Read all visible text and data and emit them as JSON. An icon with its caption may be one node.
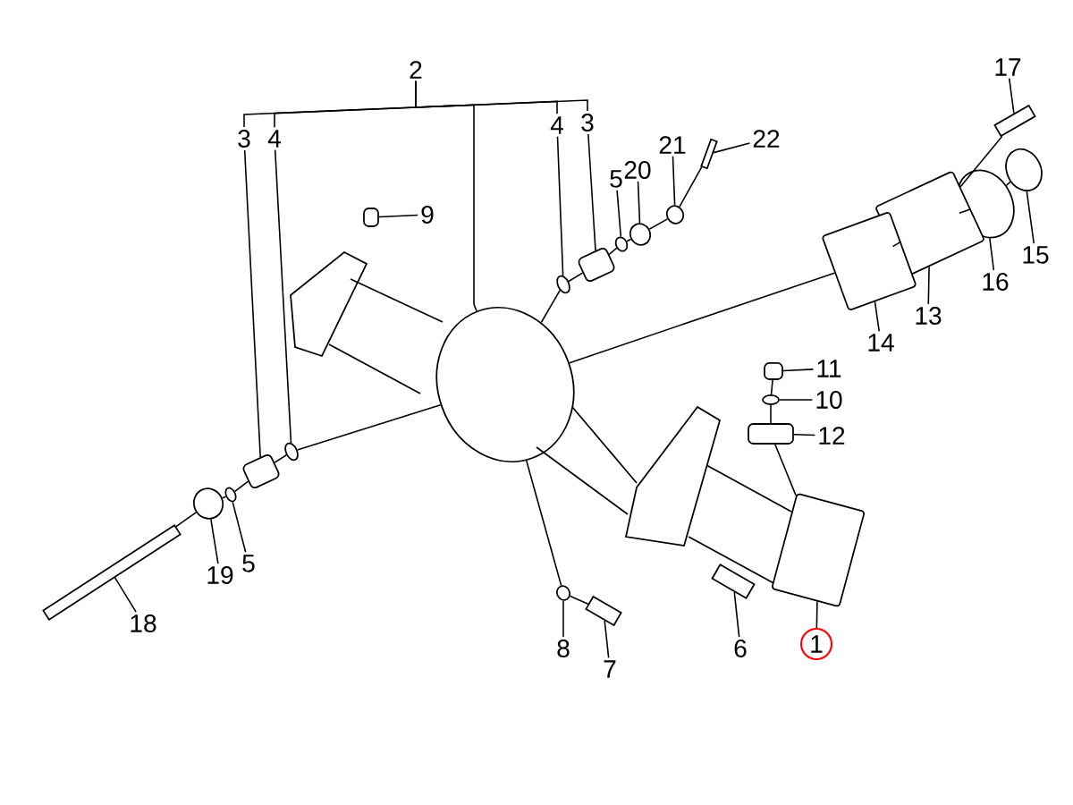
{
  "diagram": {
    "nodes": [
      {
        "text": [
          "2"
        ]
      },
      {
        "text": [
          "3"
        ]
      },
      {
        "text": [
          "4"
        ]
      },
      {
        "text": [
          "4"
        ]
      },
      {
        "text": [
          "3"
        ]
      },
      {
        "text": [
          "5"
        ]
      },
      {
        "text": [
          "20"
        ]
      },
      {
        "text": [
          "21"
        ]
      },
      {
        "text": [
          "22"
        ]
      },
      {
        "text": [
          "9"
        ]
      },
      {
        "text": [
          "17"
        ]
      },
      {
        "text": [
          "15"
        ]
      },
      {
        "text": [
          "16"
        ]
      },
      {
        "text": [
          "13"
        ]
      },
      {
        "text": [
          "14"
        ]
      },
      {
        "text": [
          "11"
        ]
      },
      {
        "text": [
          "10"
        ]
      },
      {
        "text": [
          "12"
        ]
      },
      {
        "text": [
          "19"
        ]
      },
      {
        "text": [
          "5"
        ]
      },
      {
        "text": [
          "18"
        ]
      },
      {
        "text": [
          "8"
        ]
      },
      {
        "text": [
          "7"
        ]
      },
      {
        "text": [
          "6"
        ]
      },
      {
        "text": [
          "1"
        ]
      },
      {
        "text": [],
        "shape": "circle"
      },
      {
        "text": [],
        "shape": "cylinder"
      },
      {
        "text": [],
        "shape": "circle"
      },
      {
        "text": [],
        "shape": "circle"
      },
      {
        "text": [],
        "shape": "cylinder"
      },
      {
        "text": [],
        "shape": "circle"
      },
      {
        "text": [],
        "shape": "circle"
      },
      {
        "text": [],
        "shape": "circle"
      },
      {
        "text": [],
        "shape": "bar"
      },
      {
        "text": [],
        "shape": "cylinder"
      },
      {
        "text": [],
        "shape": "bar"
      },
      {
        "text": [],
        "shape": "circle"
      },
      {
        "text": [],
        "shape": "circle"
      },
      {
        "text": [],
        "shape": "box"
      },
      {
        "text": [],
        "shape": "box"
      },
      {
        "text": [],
        "shape": "cylinder"
      },
      {
        "text": [],
        "shape": "circle"
      },
      {
        "text": [],
        "shape": "cylinder"
      },
      {
        "text": [],
        "shape": "circle"
      },
      {
        "text": [],
        "shape": "circle"
      },
      {
        "text": [],
        "shape": "bar"
      },
      {
        "text": [],
        "shape": "circle"
      },
      {
        "text": [],
        "shape": "bar"
      },
      {
        "text": [],
        "shape": "bar"
      },
      {
        "text": [],
        "shape": "box"
      }
    ],
    "edges": [
      {
        "from": 0,
        "to": 25,
        "arrow": "none"
      },
      {
        "from": 0,
        "to": 1,
        "arrow": "none"
      },
      {
        "from": 0,
        "to": 2,
        "arrow": "none"
      },
      {
        "from": 0,
        "to": 3,
        "arrow": "none"
      },
      {
        "from": 0,
        "to": 4,
        "arrow": "none"
      },
      {
        "from": 1,
        "to": 26,
        "arrow": "none"
      },
      {
        "from": 2,
        "to": 27,
        "arrow": "none"
      },
      {
        "from": 3,
        "to": 28,
        "arrow": "none"
      },
      {
        "from": 4,
        "to": 29,
        "arrow": "none"
      },
      {
        "from": 5,
        "to": 30,
        "arrow": "none"
      },
      {
        "from": 6,
        "to": 31,
        "arrow": "none"
      },
      {
        "from": 7,
        "to": 32,
        "arrow": "none"
      },
      {
        "from": 8,
        "to": 33,
        "arrow": "none"
      },
      {
        "from": 9,
        "to": 34,
        "arrow": "none"
      },
      {
        "from": 10,
        "to": 35,
        "arrow": "none"
      },
      {
        "from": 11,
        "to": 36,
        "arrow": "none"
      },
      {
        "from": 12,
        "to": 37,
        "arrow": "none"
      },
      {
        "from": 13,
        "to": 38,
        "arrow": "none"
      },
      {
        "from": 14,
        "to": 39,
        "arrow": "none"
      },
      {
        "from": 15,
        "to": 40,
        "arrow": "none"
      },
      {
        "from": 16,
        "to": 41,
        "arrow": "none"
      },
      {
        "from": 17,
        "to": 42,
        "arrow": "none"
      },
      {
        "from": 18,
        "to": 43,
        "arrow": "none"
      },
      {
        "from": 19,
        "to": 44,
        "arrow": "none"
      },
      {
        "from": 20,
        "to": 45,
        "arrow": "none"
      },
      {
        "from": 21,
        "to": 46,
        "arrow": "none"
      },
      {
        "from": 22,
        "to": 47,
        "arrow": "none"
      },
      {
        "from": 23,
        "to": 48,
        "arrow": "none"
      },
      {
        "from": 24,
        "to": 49,
        "arrow": "none"
      },
      {
        "from": 43,
        "to": 44,
        "arrow": "none"
      },
      {
        "from": 44,
        "to": 26,
        "arrow": "none"
      },
      {
        "from": 26,
        "to": 27,
        "arrow": "none"
      },
      {
        "from": 27,
        "to": 25,
        "arrow": "none"
      },
      {
        "from": 29,
        "to": 28,
        "arrow": "none"
      },
      {
        "from": 28,
        "to": 25,
        "arrow": "none"
      },
      {
        "from": 30,
        "to": 29,
        "arrow": "none"
      },
      {
        "from": 31,
        "to": 30,
        "arrow": "none"
      },
      {
        "from": 32,
        "to": 31,
        "arrow": "none"
      },
      {
        "from": 33,
        "to": 32,
        "arrow": "none"
      },
      {
        "from": 36,
        "to": 37,
        "arrow": "none"
      },
      {
        "from": 37,
        "to": 38,
        "arrow": "none"
      },
      {
        "from": 38,
        "to": 39,
        "arrow": "none"
      },
      {
        "from": 35,
        "to": 38,
        "arrow": "none"
      },
      {
        "from": 39,
        "to": 25,
        "arrow": "none"
      },
      {
        "from": 40,
        "to": 41,
        "arrow": "none"
      },
      {
        "from": 41,
        "to": 42,
        "arrow": "none"
      },
      {
        "from": 42,
        "to": 49,
        "arrow": "none"
      },
      {
        "from": 46,
        "to": 47,
        "arrow": "none"
      },
      {
        "from": 46,
        "to": 25,
        "arrow": "none"
      },
      {
        "from": 45,
        "to": 43,
        "arrow": "none"
      }
    ]
  }
}
